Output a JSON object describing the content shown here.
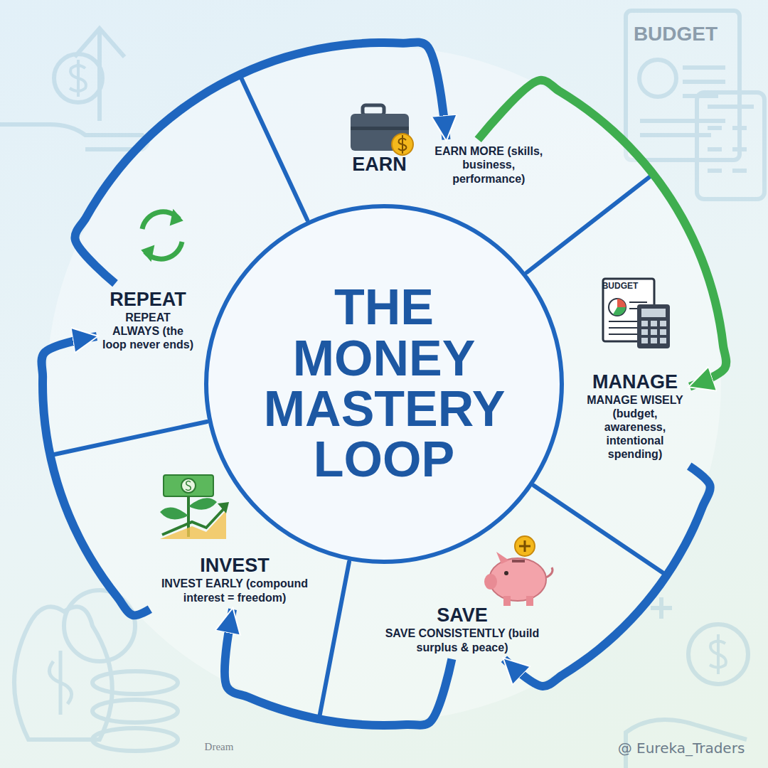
{
  "diagram": {
    "title": "THE MONEY MASTERY LOOP",
    "nodes": [
      {
        "text": [
          "EARN",
          "EARN MORE (skills, business, performance)"
        ]
      },
      {
        "text": [
          "MANAGE",
          "MANAGE WISELY (budget, awareness, intentional spending)"
        ]
      },
      {
        "text": [
          "SAVE",
          "SAVE CONSISTENTLY (build surplus & peace)"
        ]
      },
      {
        "text": [
          "INVEST",
          "INVEST EARLY (compound interest = freedom)"
        ]
      },
      {
        "text": [
          "REPEAT",
          "REPEAT ALWAYS (the loop never ends)"
        ]
      }
    ],
    "edges": [
      {
        "from": 0,
        "to": 1,
        "arrow": "to"
      },
      {
        "from": 1,
        "to": 2,
        "arrow": "to"
      },
      {
        "from": 2,
        "to": 3,
        "arrow": "to"
      },
      {
        "from": 3,
        "to": 4,
        "arrow": "to"
      },
      {
        "from": 4,
        "to": 0,
        "arrow": "to"
      }
    ],
    "labels": [
      "BUDGET",
      "BUDGET",
      "Dream",
      "@ Eureka_Traders"
    ]
  }
}
